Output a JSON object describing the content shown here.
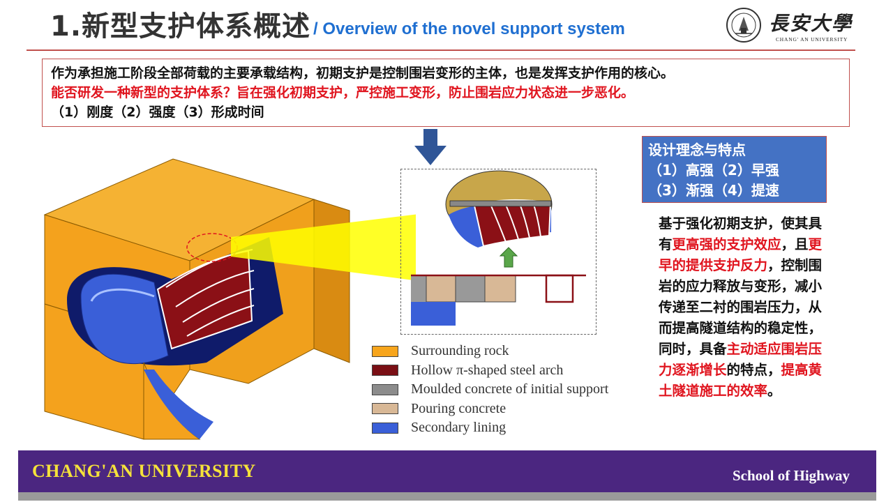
{
  "header": {
    "title_cn": "1.新型支护体系概述",
    "title_en": "/ Overview of the novel support system",
    "logo_cn": "長安大學",
    "logo_en": "CHANG' AN UNIVERSITY"
  },
  "intro": {
    "line1": "作为承担施工阶段全部荷载的主要承载结构，初期支护是控制围岩变形的主体，也是发挥支护作用的核心。",
    "line2": "能否研发一种新型的支护体系？旨在强化初期支护，严控施工变形，防止围岩应力状态进一步恶化。",
    "line3": "（1）刚度（2）强度（3）形成时间"
  },
  "design": {
    "heading": "设计理念与特点",
    "line1": "（1）高强（2）早强",
    "line2": "（3）渐强（4）提速"
  },
  "paragraph": {
    "p1": "基于强化初期支护，使其具有",
    "h1": "更高强的支护效应",
    "p2": "，且",
    "h2": "更早的提供支护反力",
    "p3": "，控制围岩的应力释放与变形，减小传递至二衬的围岩压力，从而提高隧道结构的稳定性，同时，具备",
    "h3": "主动适应围岩压力逐渐增长",
    "p4": "的特点，",
    "h4": "提高黄土隧道施工的效率",
    "p5": "。"
  },
  "legend": {
    "items": [
      {
        "label": "Surrounding rock",
        "color": "#f7a51c"
      },
      {
        "label": "Hollow π-shaped steel arch",
        "color": "#7a0f15"
      },
      {
        "label": "Moulded concrete of initial support",
        "color": "#8c8c8c"
      },
      {
        "label": "Pouring concrete",
        "color": "#d8b896"
      },
      {
        "label": "Secondary lining",
        "color": "#3a5fd8"
      }
    ]
  },
  "footer": {
    "left": "CHANG'AN  UNIVERSITY",
    "right": "School of Highway"
  },
  "colors": {
    "accent_red": "#e0141e",
    "rule_red": "#c0504d",
    "title_blue": "#1f6fd1",
    "design_box_blue": "#4472c4",
    "footer_purple": "#4b2680",
    "footer_yellow": "#f5e23a"
  }
}
